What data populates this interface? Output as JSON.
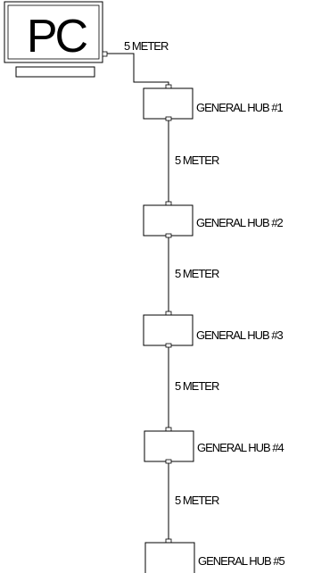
{
  "pc": {
    "label": "PC"
  },
  "links": [
    {
      "label": "5 METER"
    },
    {
      "label": "5 METER"
    },
    {
      "label": "5 METER"
    },
    {
      "label": "5 METER"
    },
    {
      "label": "5 METER"
    }
  ],
  "hubs": [
    {
      "label": "GENERAL HUB #1"
    },
    {
      "label": "GENERAL HUB #2"
    },
    {
      "label": "GENERAL HUB #3"
    },
    {
      "label": "GENERAL HUB #4"
    },
    {
      "label": "GENERAL HUB #5"
    }
  ],
  "colors": {
    "stroke": "#000000",
    "fill": "#ffffff"
  }
}
